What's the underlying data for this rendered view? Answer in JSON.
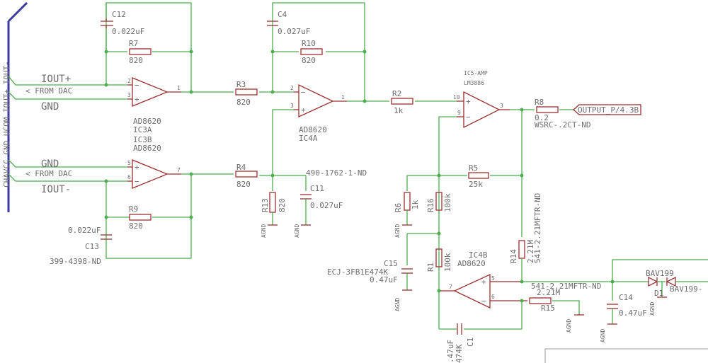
{
  "colors": {
    "wire": "#4cae4c",
    "symbol": "#9a2f2f",
    "text": "#6d6d6d",
    "bus": "#3a3aa0"
  },
  "bus_label": "CHAVCC GND UCOM IOUT+ IOUT-",
  "nets": {
    "iout_plus": "IOUT+",
    "iout_minus": "IOUT-",
    "from_dac_1": "< FROM DAC",
    "from_dac_2": "< FROM DAC",
    "gnd_1": "GND",
    "gnd_2": "GND",
    "output": "OUTPUT_P/4.3B",
    "agnd": "AGND"
  },
  "opamps": [
    {
      "id": "IC3A",
      "part": "AD8620",
      "pins": [
        "2",
        "3",
        "1"
      ]
    },
    {
      "id": "IC3B",
      "part": "AD8620",
      "pins": [
        "5",
        "6",
        "7"
      ]
    },
    {
      "id": "IC4A",
      "part": "AD8620",
      "pins": [
        "2",
        "3",
        "1"
      ]
    },
    {
      "id": "IC5-AMP",
      "part": "LM3886",
      "pins": [
        "10",
        "9",
        "3"
      ]
    },
    {
      "id": "IC4B",
      "part": "AD8620",
      "pins": [
        "5",
        "6",
        "7"
      ]
    }
  ],
  "components": {
    "C12": {
      "name": "C12",
      "value": "0.022uF"
    },
    "R7": {
      "name": "R7",
      "value": "820"
    },
    "C4": {
      "name": "C4",
      "value": "0.027uF"
    },
    "R10": {
      "name": "R10",
      "value": "820"
    },
    "R3": {
      "name": "R3",
      "value": "820"
    },
    "R2": {
      "name": "R2",
      "value": "1k"
    },
    "R8": {
      "name": "R8",
      "value": "0.2",
      "part": "WSRC-.2CT-ND"
    },
    "R4": {
      "name": "R4",
      "value": "820",
      "part": "490-1762-1-ND"
    },
    "R13": {
      "name": "R13",
      "value": "820"
    },
    "C11": {
      "name": "C11",
      "value": "0.027uF"
    },
    "R9": {
      "name": "R9",
      "value": "820"
    },
    "C13": {
      "name": "C13",
      "value": "0.022uF",
      "part": "399-4398-ND"
    },
    "R5": {
      "name": "R5",
      "value": "25k"
    },
    "R6": {
      "name": "R6",
      "value": "1k"
    },
    "R16": {
      "name": "R16",
      "value": "100k"
    },
    "R14": {
      "name": "R14",
      "value": "2.21M",
      "part": "541-2.21MFTR-ND"
    },
    "C15": {
      "name": "C15",
      "value": "0.47uF",
      "part": "ECJ-3FB1E474K"
    },
    "R1": {
      "name": "R1",
      "value": "100k"
    },
    "R15": {
      "name": "R15",
      "value": "2.21M",
      "part": "541-2.21MFTR-ND"
    },
    "C14": {
      "name": "C14",
      "value": "0.47uF"
    },
    "D1": {
      "name": "D1",
      "part": "BAV199"
    },
    "C1": {
      "name": "C1",
      "value": ".47uF",
      "part": "474K"
    }
  },
  "misc": {
    "bav199_right": "BAV199-",
    "r14_part_right": "541-2.21MFTR-ND"
  }
}
